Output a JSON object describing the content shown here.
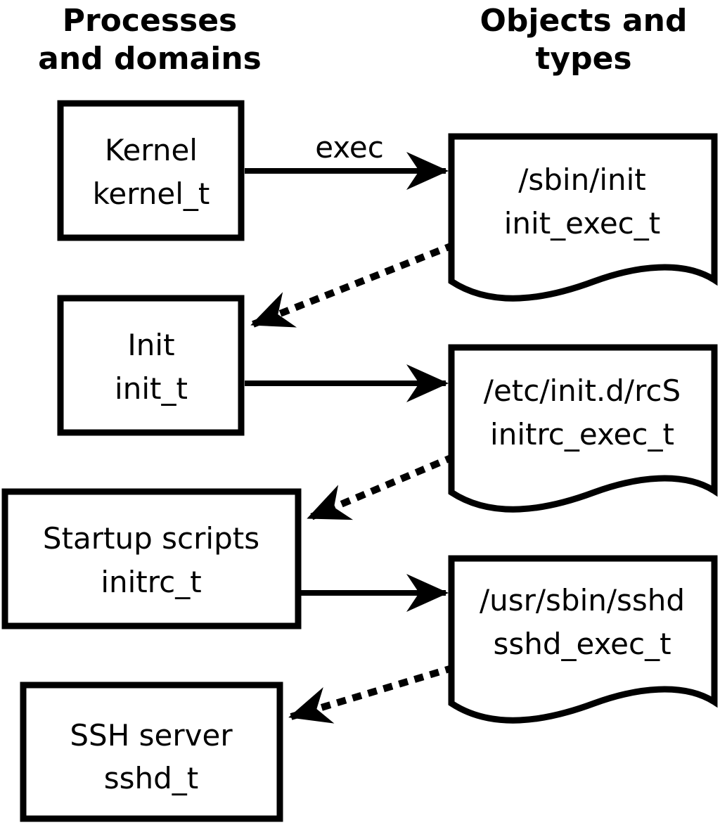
{
  "headers": {
    "left_line1": "Processes",
    "left_line2": "and domains",
    "right_line1": "Objects and",
    "right_line2": "types"
  },
  "process_boxes": [
    {
      "label": "Kernel",
      "type": "kernel_t"
    },
    {
      "label": "Init",
      "type": "init_t"
    },
    {
      "label": "Startup scripts",
      "type": "initrc_t"
    },
    {
      "label": "SSH server",
      "type": "sshd_t"
    }
  ],
  "object_docs": [
    {
      "label": "/sbin/init",
      "type": "init_exec_t"
    },
    {
      "label": "/etc/init.d/rcS",
      "type": "initrc_exec_t"
    },
    {
      "label": "/usr/sbin/sshd",
      "type": "sshd_exec_t"
    }
  ],
  "edges": {
    "exec_label": "exec"
  },
  "colors": {
    "line": "#000000",
    "background": "#ffffff"
  }
}
